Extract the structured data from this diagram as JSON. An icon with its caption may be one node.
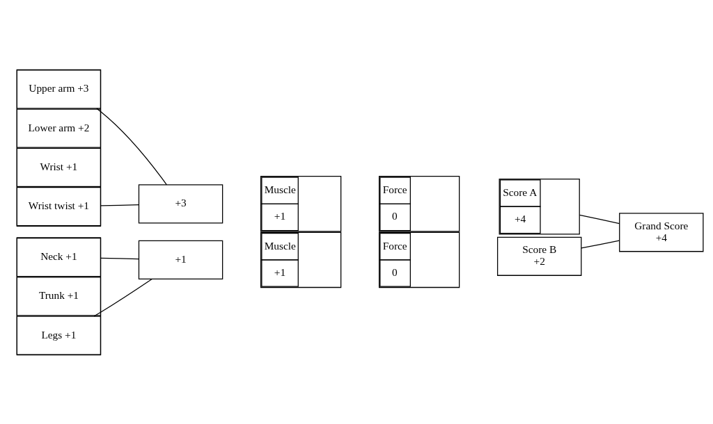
{
  "diagram": {
    "nodes": [
      {
        "text": [],
        "shape": "box"
      },
      {
        "text": [
          "Upper arm +3"
        ],
        "in": 0
      },
      {
        "text": [
          "Lower arm +2"
        ],
        "in": 0
      },
      {
        "text": [
          "Wrist +1"
        ],
        "in": 0
      },
      {
        "text": [
          "Wrist twist +1"
        ],
        "in": 0
      },
      {
        "text": [
          "+3"
        ]
      },
      {
        "text": [
          "Muscle",
          "+1"
        ]
      },
      {
        "text": [
          "Force",
          "0"
        ]
      },
      {
        "text": [
          "Score A",
          "+4"
        ]
      },
      {
        "text": [
          "Grand Score",
          "+4"
        ]
      },
      {
        "text": [],
        "shape": "box"
      },
      {
        "text": [
          "Neck +1"
        ],
        "in": 10
      },
      {
        "text": [
          "Trunk +1"
        ],
        "in": 10
      },
      {
        "text": [
          "Legs +1"
        ],
        "in": 10
      },
      {
        "text": [
          "+1"
        ]
      },
      {
        "text": [
          "Muscle",
          "+1"
        ]
      },
      {
        "text": [
          "Force",
          "0"
        ]
      },
      {
        "text": [
          "Score B",
          "+2"
        ]
      }
    ],
    "edges": [
      {
        "from": 1,
        "to": 5,
        "arrow": "none"
      },
      {
        "from": 4,
        "to": 5,
        "arrow": "none"
      },
      {
        "from": 8,
        "to": 9,
        "arrow": "none"
      },
      {
        "from": 11,
        "to": 14,
        "arrow": "none"
      },
      {
        "from": 13,
        "to": 14,
        "arrow": "none"
      },
      {
        "from": 17,
        "to": 9,
        "arrow": "none"
      }
    ]
  }
}
